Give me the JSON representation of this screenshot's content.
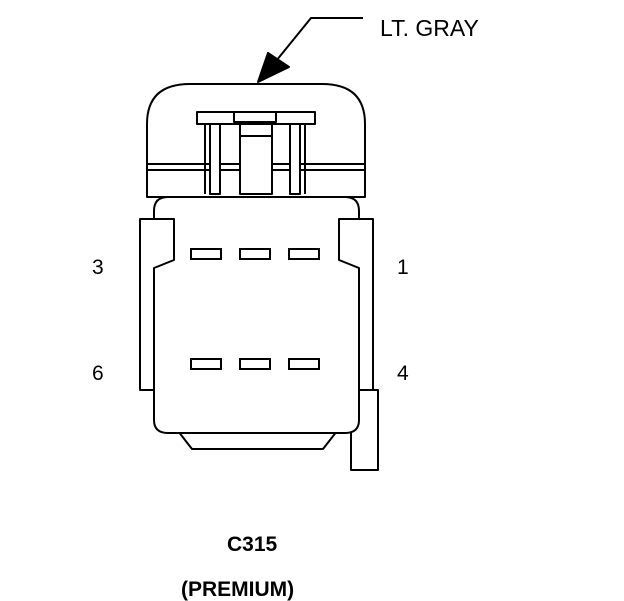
{
  "callout_label": "LT. GRAY",
  "pin_labels": {
    "pin3": "3",
    "pin1": "1",
    "pin6": "6",
    "pin4": "4"
  },
  "connector_id": "C315",
  "variant": "(PREMIUM)"
}
